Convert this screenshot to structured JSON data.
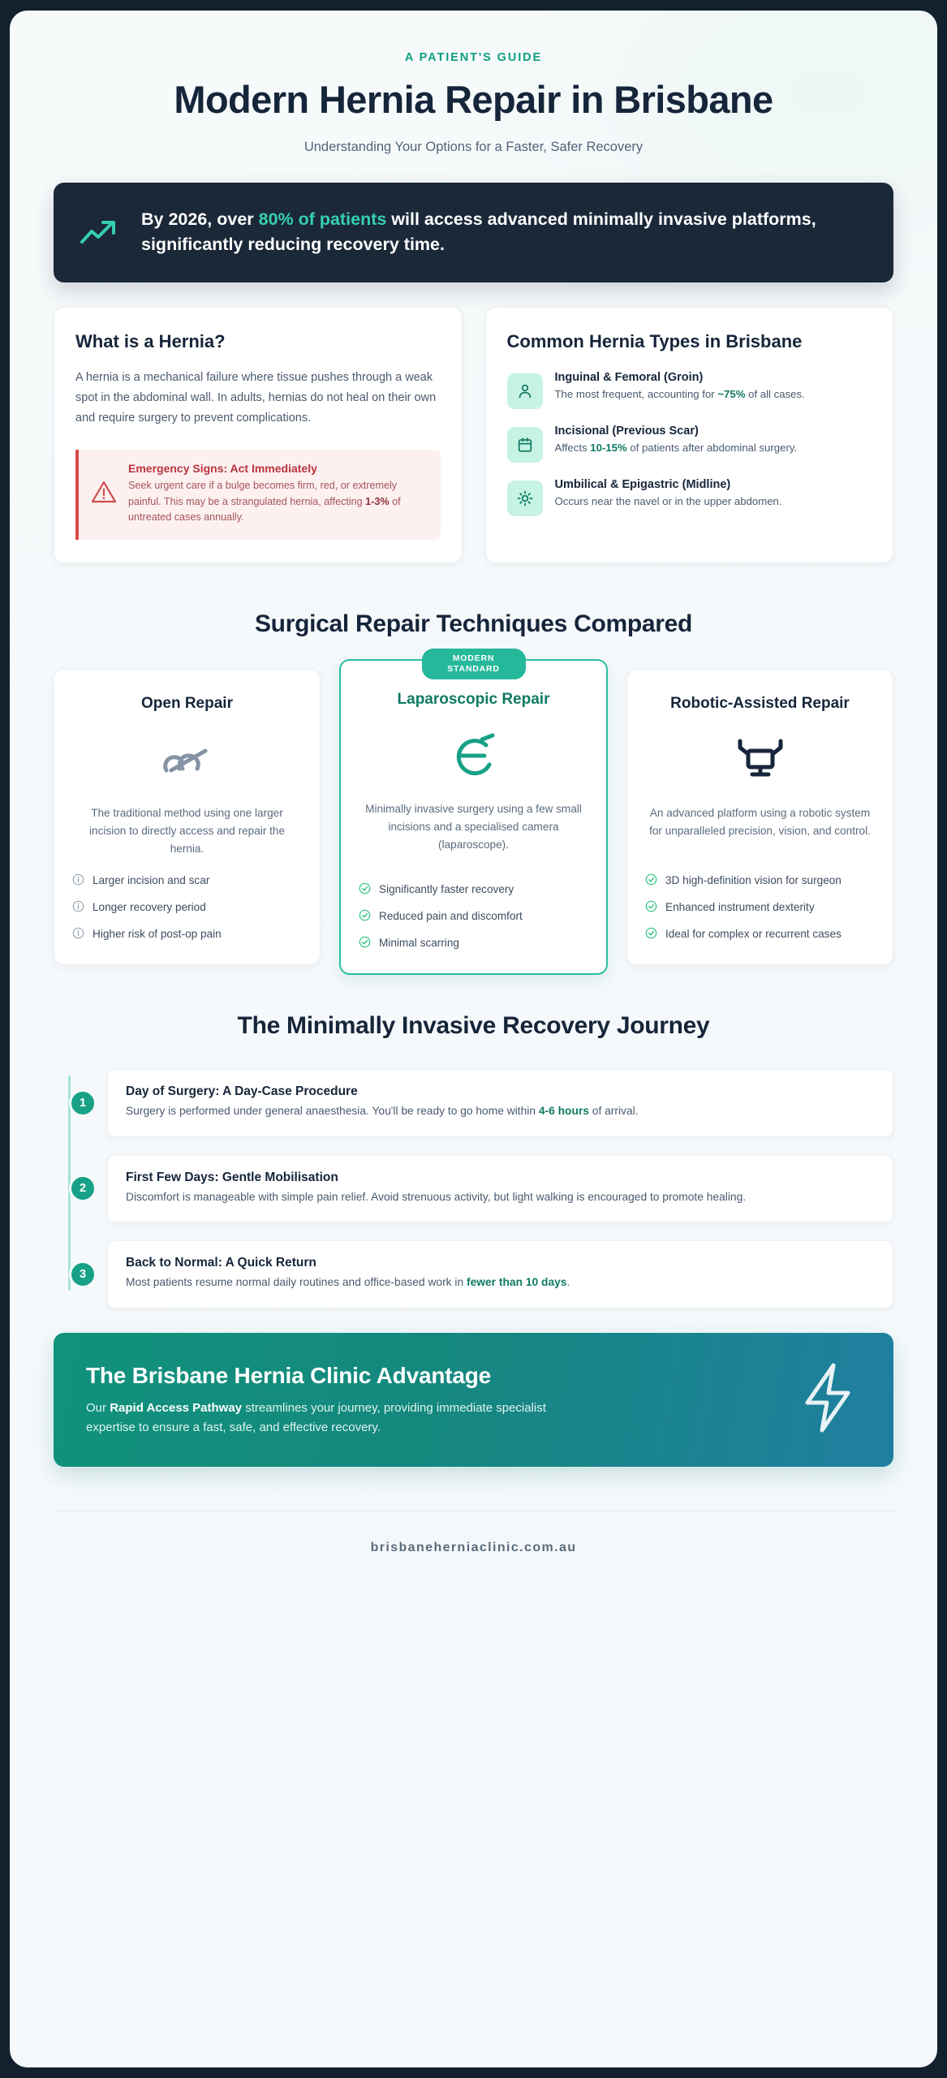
{
  "header": {
    "kicker": "A PATIENT'S GUIDE",
    "title": "Modern Hernia Repair in Brisbane",
    "subtitle": "Understanding Your Options for a Faster, Safer Recovery"
  },
  "stat_banner": {
    "icon": "trending-up-icon",
    "text_before": "By 2026, over ",
    "highlight": "80% of patients",
    "text_after": " will access advanced minimally invasive platforms, significantly reducing recovery time.",
    "highlight_color": "#35d0ad",
    "background_color": "#1b2838"
  },
  "what_is_hernia": {
    "title": "What is a Hernia?",
    "body": "A hernia is a mechanical failure where tissue pushes through a weak spot in the abdominal wall. In adults, hernias do not heal on their own and require surgery to prevent complications.",
    "emergency": {
      "icon": "alert-triangle-icon",
      "title": "Emergency Signs: Act Immediately",
      "text_before": "Seek urgent care if a bulge becomes firm, red, or extremely painful. This may be a strangulated hernia, affecting ",
      "highlight": "1-3%",
      "text_after": " of untreated cases annually.",
      "accent_color": "#d94b4b"
    }
  },
  "hernia_types": {
    "title": "Common Hernia Types in Brisbane",
    "items": [
      {
        "icon": "person-icon",
        "title": "Inguinal & Femoral (Groin)",
        "text_before": "The most frequent, accounting for ",
        "highlight": "~75%",
        "text_after": " of all cases."
      },
      {
        "icon": "calendar-icon",
        "title": "Incisional (Previous Scar)",
        "text_before": "Affects ",
        "highlight": "10-15%",
        "text_after": " of patients after abdominal surgery."
      },
      {
        "icon": "sun-icon",
        "title": "Umbilical & Epigastric (Midline)",
        "text_before": "Occurs near the navel or in the upper abdomen.",
        "highlight": "",
        "text_after": ""
      }
    ]
  },
  "techniques_section": {
    "heading": "Surgical Repair Techniques Compared",
    "cards": [
      {
        "badge": "",
        "title": "Open Repair",
        "icon": "clip-staple-icon",
        "description": "The traditional method using one larger incision to directly access and repair the hernia.",
        "bullet_icon": "info-circle-icon",
        "bullets": [
          "Larger incision and scar",
          "Longer recovery period",
          "Higher risk of post-op pain"
        ]
      },
      {
        "badge": "MODERN STANDARD",
        "title": "Laparoscopic Repair",
        "icon": "laparoscope-icon",
        "description": "Minimally invasive surgery using a few small incisions and a specialised camera (laparoscope).",
        "bullet_icon": "check-circle-icon",
        "bullets": [
          "Significantly faster recovery",
          "Reduced pain and discomfort",
          "Minimal scarring"
        ]
      },
      {
        "badge": "",
        "title": "Robotic-Assisted Repair",
        "icon": "robot-arm-icon",
        "description": "An advanced platform using a robotic system for unparalleled precision, vision, and control.",
        "bullet_icon": "check-circle-icon",
        "bullets": [
          "3D high-definition vision for surgeon",
          "Enhanced instrument dexterity",
          "Ideal for complex or recurrent cases"
        ]
      }
    ]
  },
  "recovery_section": {
    "heading": "The Minimally Invasive Recovery Journey",
    "steps": [
      {
        "number": "1",
        "title": "Day of Surgery: A Day-Case Procedure",
        "text_before": "Surgery is performed under general anaesthesia. You'll be ready to go home within ",
        "highlight": "4-6 hours",
        "text_after": " of arrival."
      },
      {
        "number": "2",
        "title": "First Few Days: Gentle Mobilisation",
        "text_before": "Discomfort is manageable with simple pain relief. Avoid strenuous activity, but light walking is encouraged to promote healing.",
        "highlight": "",
        "text_after": ""
      },
      {
        "number": "3",
        "title": "Back to Normal: A Quick Return",
        "text_before": "Most patients resume normal daily routines and office-based work in ",
        "highlight": "fewer than 10 days",
        "text_after": "."
      }
    ]
  },
  "cta": {
    "title": "The Brisbane Hernia Clinic Advantage",
    "text_before": "Our ",
    "highlight": "Rapid Access Pathway",
    "text_after": " streamlines your journey, providing immediate specialist expertise to ensure a fast, safe, and effective recovery.",
    "icon": "lightning-bolt-icon"
  },
  "footer": {
    "website": "brisbaneherniaclinic.com.au"
  }
}
